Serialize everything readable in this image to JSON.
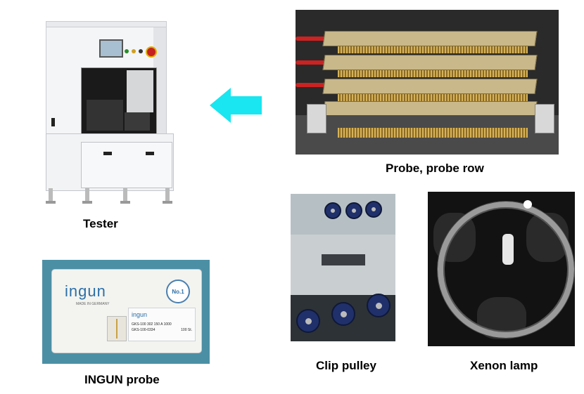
{
  "captions": {
    "tester": "Tester",
    "probe_row": "Probe, probe row",
    "ingun_probe": "INGUN probe",
    "clip_pulley": "Clip pulley",
    "xenon_lamp": "Xenon lamp"
  },
  "ingun_box": {
    "logo": "ingun",
    "made_in": "MADE IN GERMANY",
    "seal": "No.1",
    "label_logo": "ingun",
    "part_number": "GKS-100 302 150 A 1000",
    "part_code": "GKS-100-0334",
    "quantity": "100 St."
  },
  "colors": {
    "arrow": "#19e6f0",
    "ingun_blue": "#2c6fa7"
  },
  "icons": {
    "arrow": "arrow-left-icon"
  }
}
